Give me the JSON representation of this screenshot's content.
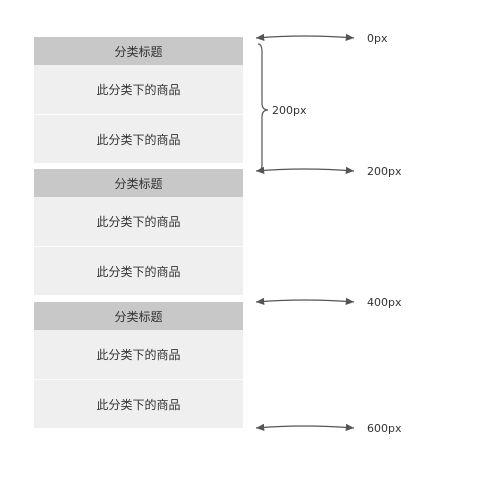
{
  "sections": [
    {
      "title": "分类标题",
      "items": [
        "此分类下的商品",
        "此分类下的商品"
      ]
    },
    {
      "title": "分类标题",
      "items": [
        "此分类下的商品",
        "此分类下的商品"
      ]
    },
    {
      "title": "分类标题",
      "items": [
        "此分类下的商品",
        "此分类下的商品"
      ]
    }
  ],
  "markers": [
    "0px",
    "200px",
    "400px",
    "600px"
  ],
  "span_label": "200px"
}
